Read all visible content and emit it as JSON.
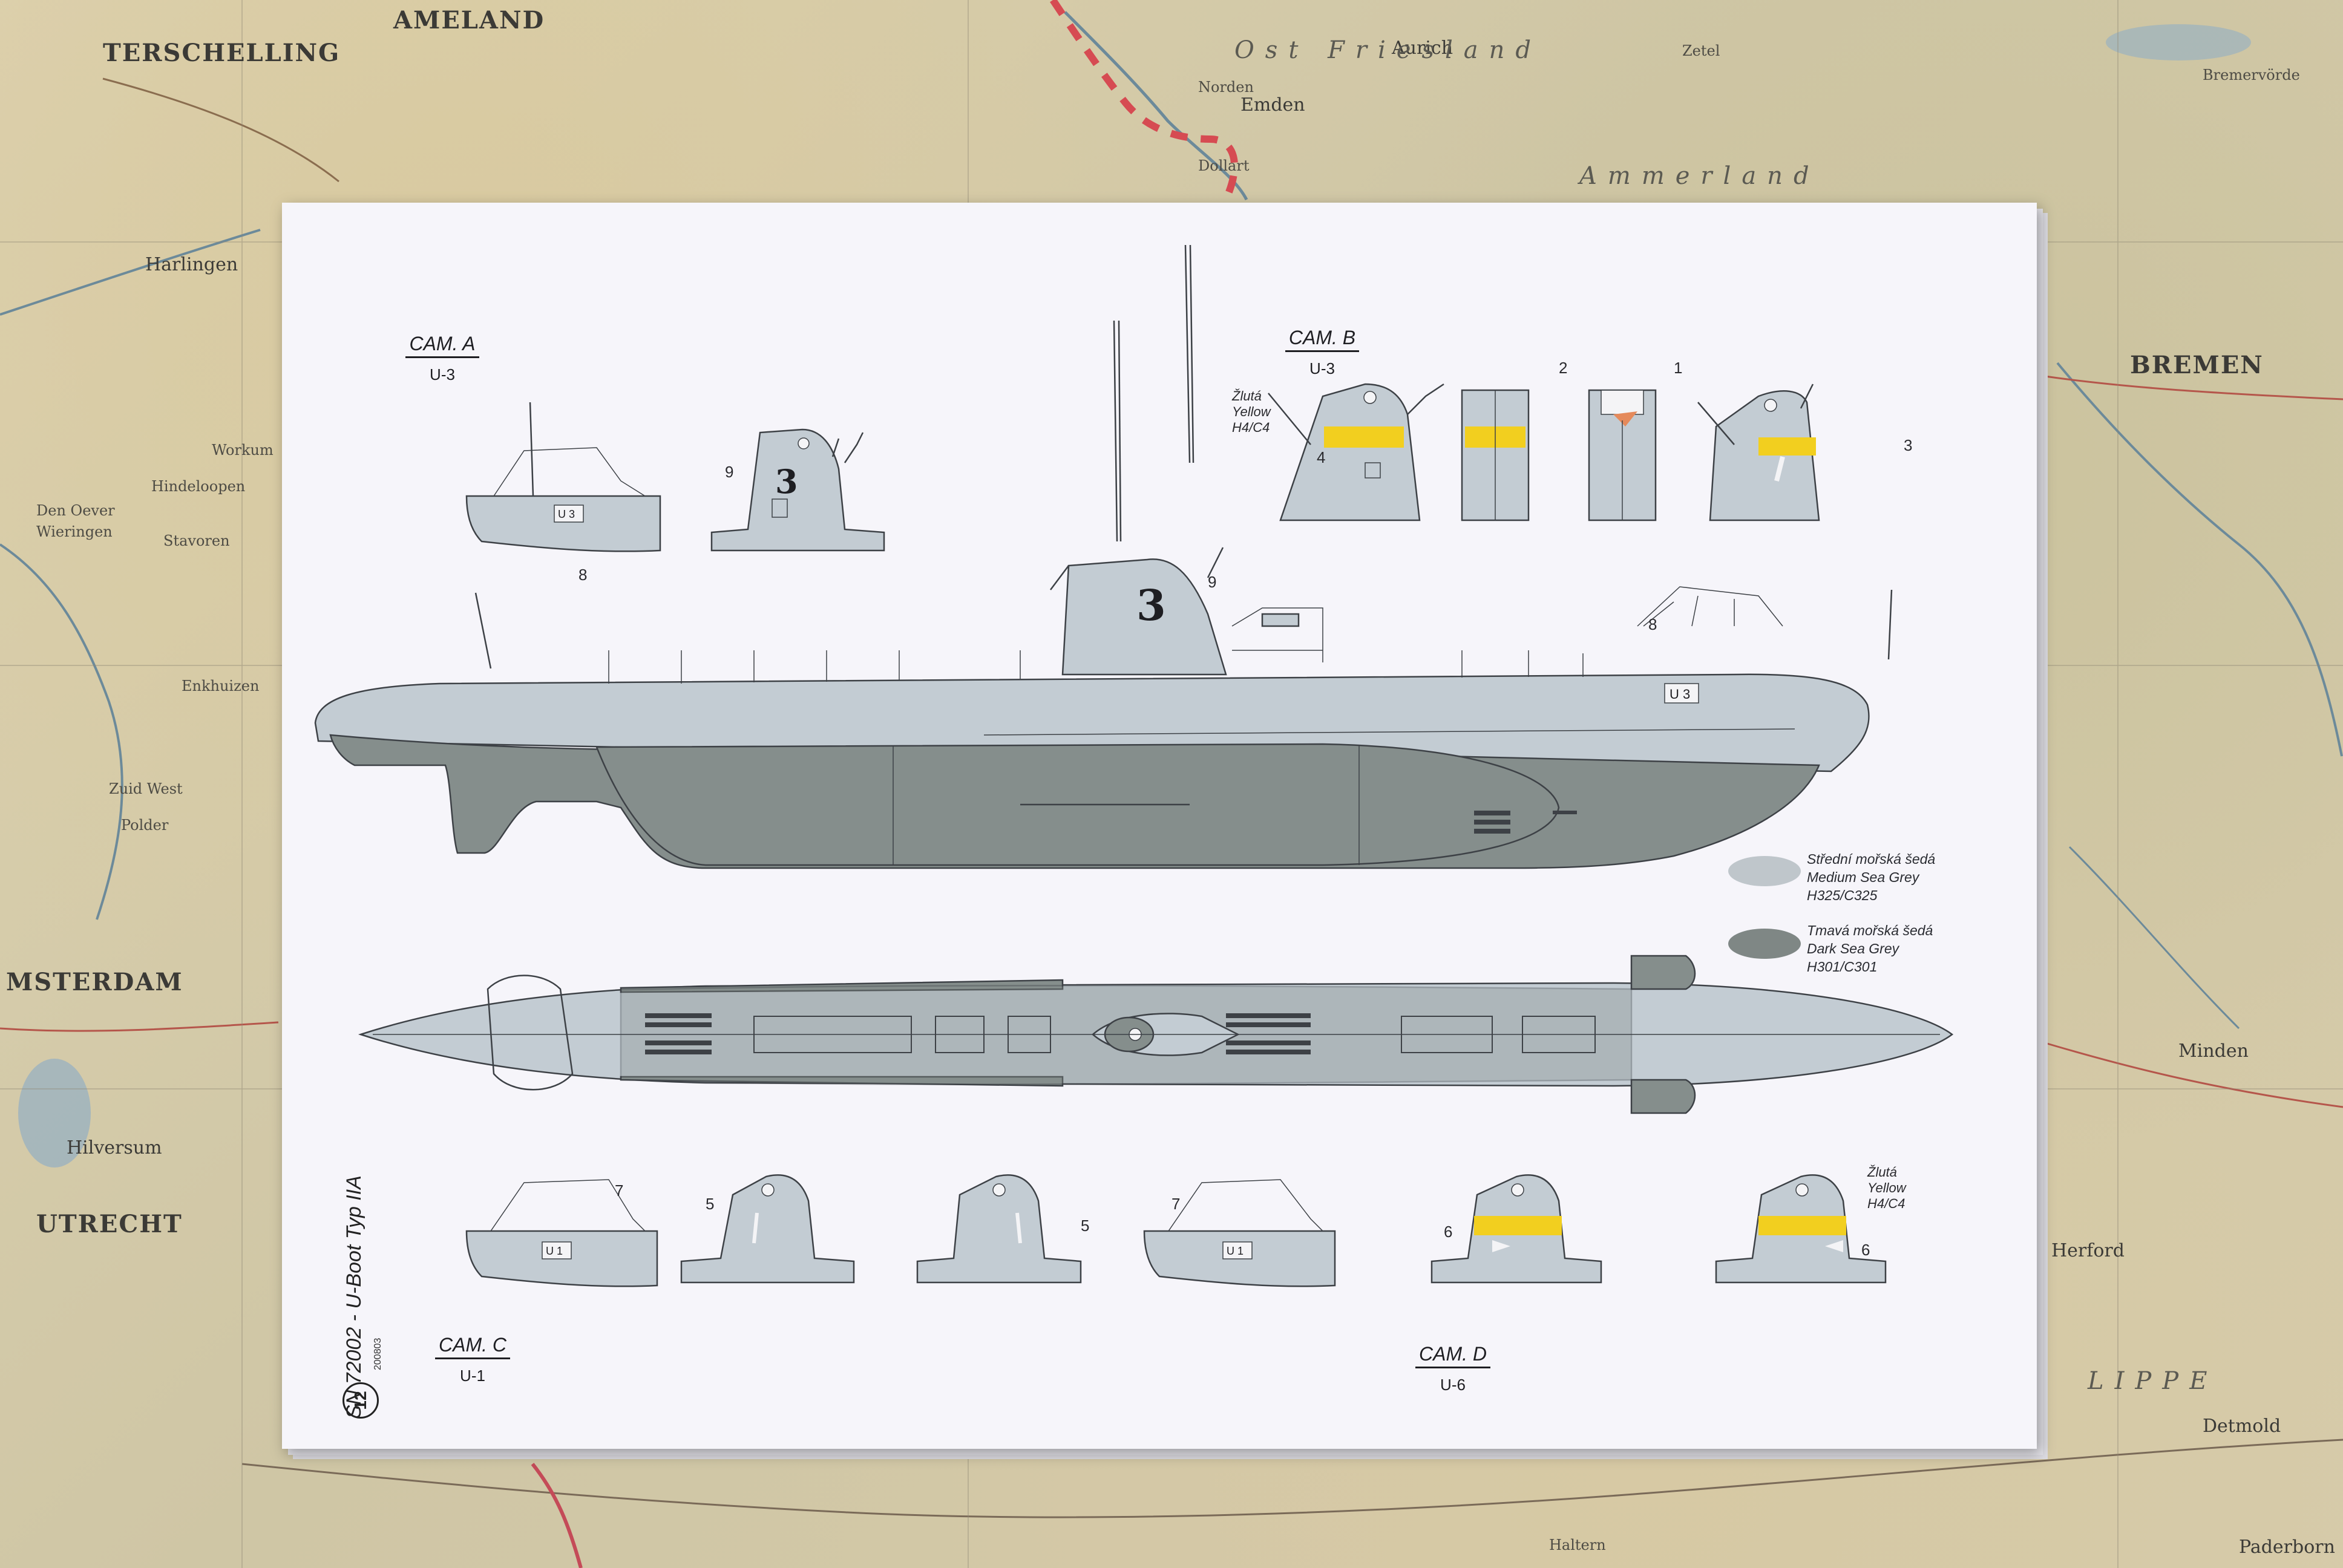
{
  "map": {
    "labels": [
      {
        "text": "AMELAND",
        "cls": "big"
      },
      {
        "text": "TERSCHELLING",
        "cls": "big"
      },
      {
        "text": "Harlingen",
        "cls": "mid"
      },
      {
        "text": "Emden",
        "cls": "mid"
      },
      {
        "text": "Aurich",
        "cls": "mid"
      },
      {
        "text": "Ost Friesland",
        "cls": "reg"
      },
      {
        "text": "Ammerland",
        "cls": "reg"
      },
      {
        "text": "BREMEN",
        "cls": "big"
      },
      {
        "text": "MSTERDAM",
        "cls": "big"
      },
      {
        "text": "Hilversum",
        "cls": "mid"
      },
      {
        "text": "UTRECHT",
        "cls": "big"
      },
      {
        "text": "Enkhuizen",
        "cls": "sm"
      },
      {
        "text": "Workum",
        "cls": "sm"
      },
      {
        "text": "Hindeloopen",
        "cls": "sm"
      },
      {
        "text": "Stavoren",
        "cls": "sm"
      },
      {
        "text": "Den Oever",
        "cls": "sm"
      },
      {
        "text": "Wieringen",
        "cls": "sm"
      },
      {
        "text": "Zuid West",
        "cls": "sm"
      },
      {
        "text": "Polder",
        "cls": "sm"
      },
      {
        "text": "Minden",
        "cls": "mid"
      },
      {
        "text": "Herford",
        "cls": "mid"
      },
      {
        "text": "Detmold",
        "cls": "mid"
      },
      {
        "text": "Paderborn",
        "cls": "mid"
      },
      {
        "text": "Haltern",
        "cls": "sm"
      },
      {
        "text": "Bremervörde",
        "cls": "sm"
      },
      {
        "text": "Zetel",
        "cls": "sm"
      },
      {
        "text": "Norden",
        "cls": "sm"
      },
      {
        "text": "Dollart",
        "cls": "sm"
      },
      {
        "text": "LIPPE",
        "cls": "reg"
      }
    ]
  },
  "sheet": {
    "cam_a": {
      "name": "CAM. A",
      "boat": "U-3"
    },
    "cam_b": {
      "name": "CAM. B",
      "boat": "U-3"
    },
    "cam_c": {
      "name": "CAM. C",
      "boat": "U-1"
    },
    "cam_d": {
      "name": "CAM. D",
      "boat": "U-6"
    },
    "yellow_label_b": [
      "Žlutá",
      "Yellow",
      "H4/C4"
    ],
    "yellow_label_d": [
      "Žlutá",
      "Yellow",
      "H4/C4"
    ],
    "hull_number": "3",
    "hull_tag_a": "U 3",
    "hull_tag_c": "U 1",
    "callouts": {
      "side_9": "9",
      "side_8": "8",
      "a_8": "8",
      "a_9": "9",
      "b_1": "1",
      "b_2": "2",
      "b_3": "3",
      "b_4": "4",
      "c_7a": "7",
      "c_5a": "5",
      "c_5b": "5",
      "c_7b": "7",
      "d_6a": "6",
      "d_6b": "6"
    },
    "legend": [
      {
        "lines": [
          "Střední mořská šedá",
          "Medium Sea Grey",
          "H325/C325"
        ],
        "color": "#bfc6cb"
      },
      {
        "lines": [
          "Tmavá mořská šedá",
          "Dark Sea Grey",
          "H301/C301"
        ],
        "color": "#7f8785"
      }
    ],
    "footer_code": "SN 72002 - U-Boot Typ IIA",
    "footer_small": "200803",
    "scale_badge": "12"
  },
  "colors": {
    "medium_sea_grey": "#c3ccd3",
    "dark_sea_grey": "#858e8c",
    "yellow": "#f2cf1f",
    "paper": "#f6f5fa",
    "line": "#3d4146"
  }
}
